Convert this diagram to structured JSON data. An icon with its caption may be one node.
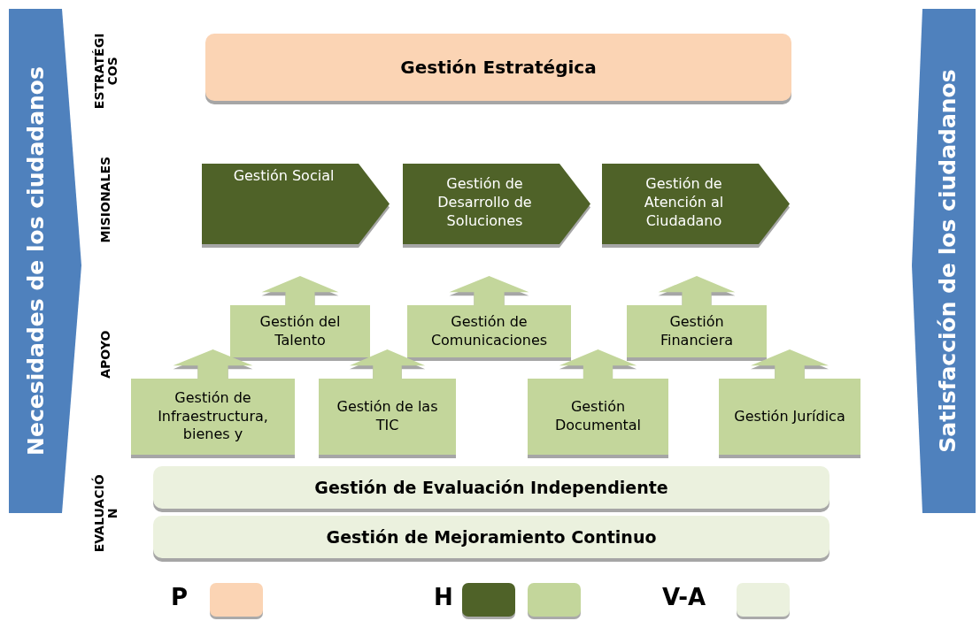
{
  "diagram": {
    "nodes": [
      {
        "text": [
          "Necesidades de los ciudadanos"
        ]
      },
      {
        "text": [
          "Gestión Estratégica"
        ]
      },
      {
        "text": [
          "Gestión Social"
        ]
      },
      {
        "text": [
          "Gestión de Desarrollo de Soluciones"
        ]
      },
      {
        "text": [
          "Gestión de Atención al Ciudadano"
        ]
      },
      {
        "text": [
          "Gestión del Talento"
        ]
      },
      {
        "text": [
          "Gestión de Comunicaciones"
        ]
      },
      {
        "text": [
          "Gestión Financiera"
        ]
      },
      {
        "text": [
          "Gestión de Infraestructura, bienes y"
        ]
      },
      {
        "text": [
          "Gestión de las TIC"
        ]
      },
      {
        "text": [
          "Gestión Documental"
        ]
      },
      {
        "text": [
          "Gestión Jurídica"
        ]
      },
      {
        "text": [
          "Gestión de Evaluación Independiente"
        ]
      },
      {
        "text": [
          "Gestión de Mejoramiento Continuo"
        ]
      },
      {
        "text": [
          "Satisfacción de los ciudadanos"
        ]
      }
    ],
    "edges": [],
    "labels": [
      "ESTRATÉGICOS",
      "MISIONALES",
      "APOYO",
      "EVALUACIÓN"
    ],
    "legend": [
      {
        "text": "P",
        "color": "#fbd4b4"
      },
      {
        "text": "H",
        "color": "#4f6228"
      },
      {
        "text": "V-A",
        "color": "#ebf1de"
      }
    ]
  }
}
